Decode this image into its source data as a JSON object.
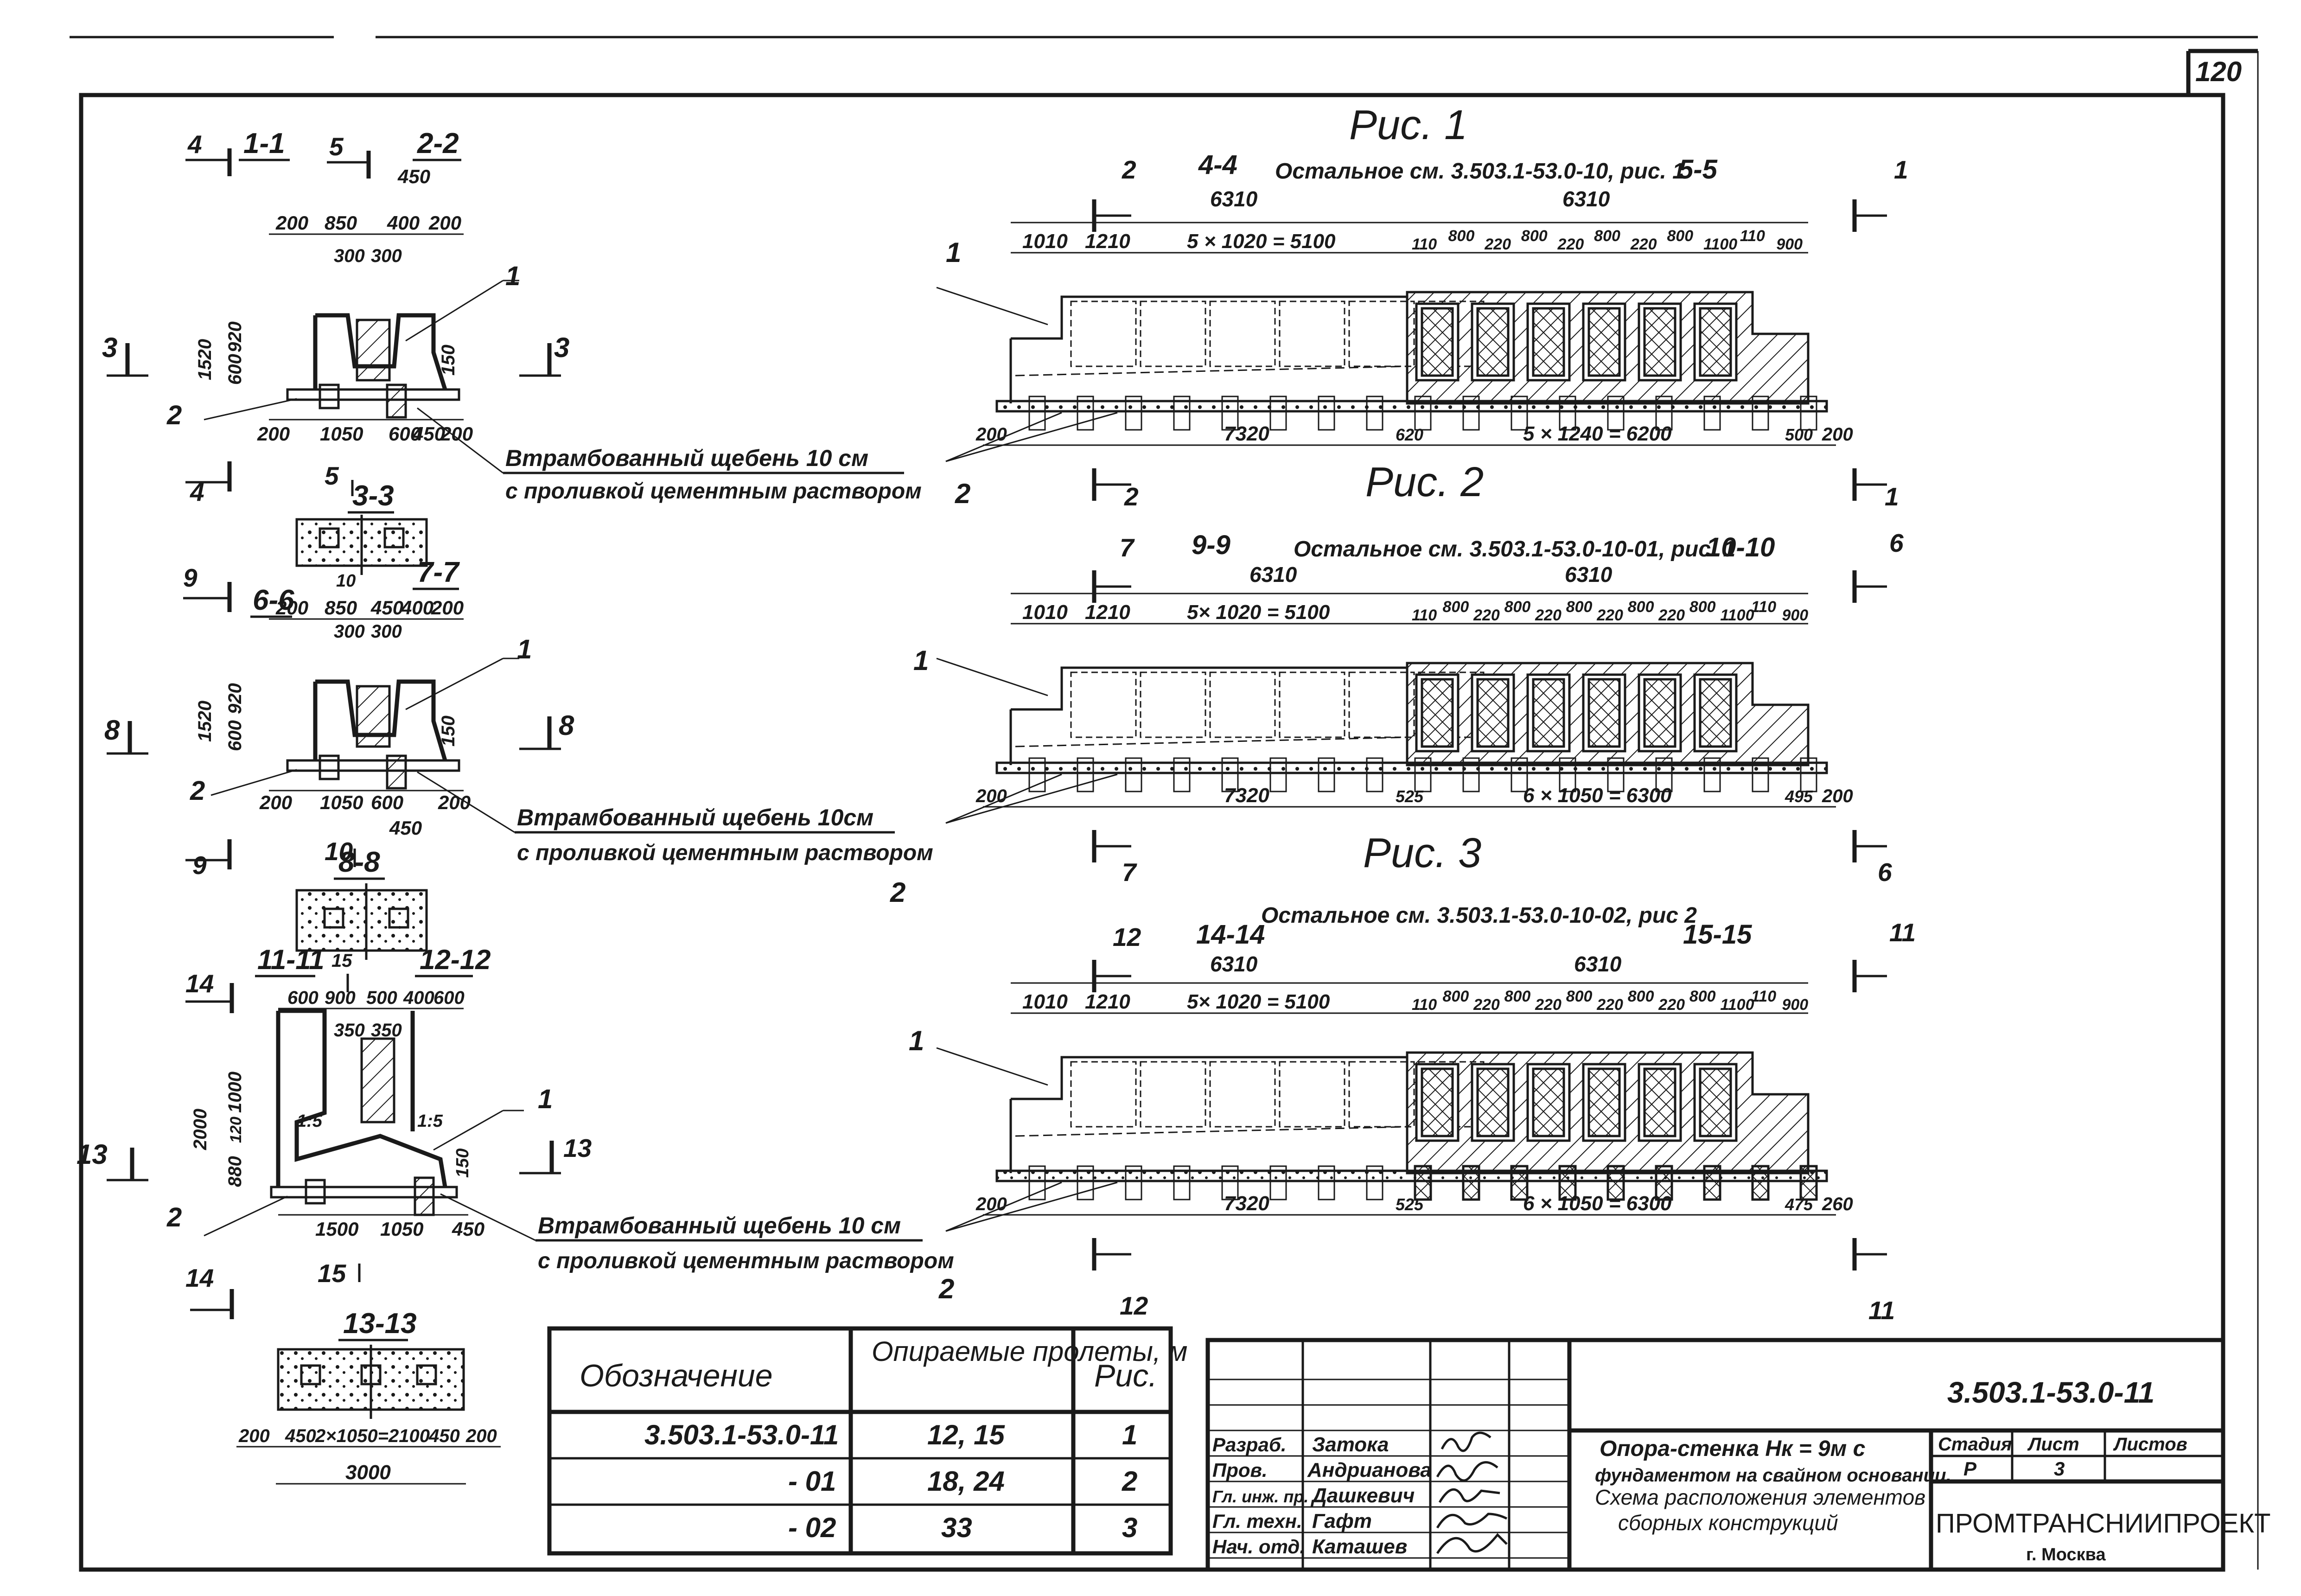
{
  "page_number": "120",
  "figures": {
    "fig1": {
      "title": "Рис. 1",
      "cut_left": "4-4",
      "cut_right": "5-5",
      "note": "Остальное см. 3.503.1-53.0-10, рис. 1",
      "len_left": "6310",
      "len_right": "6310",
      "dims_top_left": [
        "1010",
        "1210",
        "5 × 1020 = 5100"
      ],
      "dims_top_right": [
        "110",
        "800",
        "220",
        "800",
        "220",
        "800",
        "220",
        "800",
        "1100",
        "110",
        "900"
      ],
      "dims_bottom": [
        "200",
        "7320",
        "620",
        "5 × 1240 = 6200",
        "500",
        "200"
      ],
      "arrows": [
        "2",
        "1",
        "2",
        "1"
      ]
    },
    "fig2": {
      "title": "Рис. 2",
      "cut_left": "9-9",
      "cut_right": "10-10",
      "note": "Остальное см. 3.503.1-53.0-10-01, рис. 1",
      "len_left": "6310",
      "len_right": "6310",
      "dims_top_left": [
        "1010",
        "1210",
        "5× 1020 = 5100"
      ],
      "dims_top_right": [
        "110",
        "800",
        "220",
        "800",
        "220",
        "800",
        "220",
        "800",
        "220",
        "800",
        "1100",
        "110",
        "900"
      ],
      "dims_bottom": [
        "200",
        "7320",
        "525",
        "6 × 1050 = 6300",
        "495",
        "200"
      ],
      "arrows": [
        "7",
        "6",
        "7",
        "6"
      ]
    },
    "fig3": {
      "title": "Рис. 3",
      "cut_left": "14-14",
      "cut_right": "15-15",
      "note": "Остальное см. 3.503.1-53.0-10-02, рис 2",
      "len_left": "6310",
      "len_right": "6310",
      "dims_top_left": [
        "1010",
        "1210",
        "5× 1020 = 5100"
      ],
      "dims_top_right": [
        "110",
        "800",
        "220",
        "800",
        "220",
        "800",
        "220",
        "800",
        "220",
        "800",
        "1100",
        "110",
        "900"
      ],
      "dims_bottom": [
        "200",
        "7320",
        "525",
        "6 × 1050 = 6300",
        "475",
        "260"
      ],
      "arrows": [
        "12",
        "11",
        "12",
        "11"
      ]
    }
  },
  "sections": {
    "s1": {
      "labels": [
        "1-1",
        "2-2",
        "3-3"
      ],
      "arrows": [
        "4",
        "5",
        "3",
        "3",
        "4",
        "5"
      ],
      "dims": [
        "450",
        "200",
        "850",
        "400",
        "200",
        "300",
        "300",
        "1520",
        "920",
        "600",
        "150",
        "200",
        "1050",
        "600",
        "450",
        "200"
      ]
    },
    "s2": {
      "labels": [
        "6-6",
        "7-7",
        "8-8"
      ],
      "arrows": [
        "9",
        "10",
        "8",
        "8",
        "9",
        "10"
      ],
      "dims": [
        "200",
        "850",
        "450",
        "400",
        "200",
        "300",
        "300",
        "1520",
        "920",
        "600",
        "150",
        "200",
        "1050",
        "600",
        "450",
        "200"
      ]
    },
    "s3": {
      "labels": [
        "11-11",
        "12-12",
        "13-13"
      ],
      "arrows": [
        "14",
        "15",
        "13",
        "13",
        "14",
        "15"
      ],
      "dims": [
        "600",
        "900",
        "500",
        "400",
        "600",
        "350",
        "350",
        "2000",
        "1000",
        "120",
        "880",
        "1:5",
        "1:5",
        "150",
        "1500",
        "1050",
        "450"
      ]
    },
    "plan13": {
      "dims": [
        "200",
        "450",
        "2×1050=2100",
        "450",
        "200",
        "3000"
      ]
    }
  },
  "callouts": [
    "1",
    "2",
    "1",
    "2",
    "1",
    "2",
    "1",
    "2",
    "1",
    "2",
    "1",
    "2"
  ],
  "gravel_note": {
    "line1": "Втрамбованный щебень 10 см",
    "line2": "с проливкой цементным раствором",
    "line1_b": "Втрамбованный щебень 10см",
    "line1_c": "Втрамбованный щебень 10 см"
  },
  "spec_table": {
    "headers": [
      "Обозначение",
      "Опираемые пролеты, м",
      "Рис."
    ],
    "rows": [
      [
        "3.503.1-53.0-11",
        "12, 15",
        "1"
      ],
      [
        "- 01",
        "18, 24",
        "2"
      ],
      [
        "- 02",
        "33",
        "3"
      ]
    ]
  },
  "title_block": {
    "doc_code": "3.503.1-53.0-11",
    "roles": [
      "Разраб.",
      "Пров.",
      "Гл. инж. пр.",
      "Гл. техн.",
      "Нач. отд."
    ],
    "names": [
      "Затока",
      "Андрианова",
      "Дашкевич",
      "Гафт",
      "Каташев"
    ],
    "description_line1": "Опора-стенка Нк = 9м с",
    "description_line2": "фундаментом на свайном основании.",
    "description_line3": "Схема расположения элементов",
    "description_line4": "сборных конструкций",
    "stage_label": "Стадия",
    "sheet_label": "Лист",
    "sheets_label": "Листов",
    "stage": "Р",
    "sheet": "3",
    "sheets": "",
    "org": "ПРОМТРАНСНИИПРОЕКТ",
    "city": "г. Москва"
  }
}
